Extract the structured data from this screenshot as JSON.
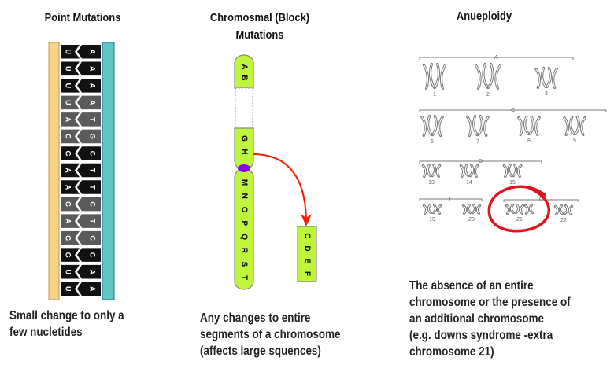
{
  "titles": {
    "point": "Point Mutations",
    "block_line1": "Chromosmal (Block)",
    "block_line2": "Mutations",
    "aneuploidy": "Anueploidy"
  },
  "captions": {
    "point": [
      "Small change to only a",
      "few nucletides"
    ],
    "block": [
      "Any changes to entire",
      "segments of a chromosome",
      "(affects large squences)"
    ],
    "aneuploidy": [
      "The absence of an entire",
      "chromosome or the presence of",
      "an additional chromosome",
      "(e.g. downs syndrome -extra",
      "chromosome 21)"
    ]
  },
  "dna": {
    "left_bases": [
      "U",
      "U",
      "U",
      "U",
      "A",
      "C",
      "G",
      "A",
      "A",
      "G",
      "A",
      "G",
      "G",
      "U",
      "U"
    ],
    "right_bases": [
      "A",
      "A",
      "A",
      "A",
      "T",
      "G",
      "C",
      "T",
      "T",
      "C",
      "T",
      "C",
      "C",
      "A",
      "A"
    ],
    "shade": [
      "dark",
      "dark",
      "dark",
      "gray",
      "gray",
      "gray",
      "dark",
      "dark",
      "dark",
      "gray",
      "gray",
      "gray",
      "dark",
      "dark",
      "dark"
    ],
    "colors": {
      "left_strand": "#f5d48a",
      "right_strand": "#5fc6c4",
      "dark": "#111111",
      "gray": "#5a5a5a"
    }
  },
  "chromosome": {
    "top_segment": [
      "A",
      "B"
    ],
    "middle_segment": [
      "G",
      "H"
    ],
    "lower_segment": [
      "M",
      "N",
      "O",
      "P",
      "Q",
      "R",
      "S",
      "T"
    ],
    "moved_fragment": [
      "C",
      "D",
      "E",
      "F"
    ],
    "colors": {
      "segment": "#bff53a",
      "centromere": "#8a00ff",
      "arrow": "#ff1a00"
    }
  },
  "karyotype": {
    "groups": [
      "A",
      "C",
      "D",
      "F",
      "G"
    ],
    "labels": [
      "1",
      "2",
      "3",
      "6",
      "7",
      "8",
      "9",
      "13",
      "14",
      "15",
      "19",
      "20",
      "21",
      "22"
    ],
    "highlight_color": "#e0141e"
  }
}
